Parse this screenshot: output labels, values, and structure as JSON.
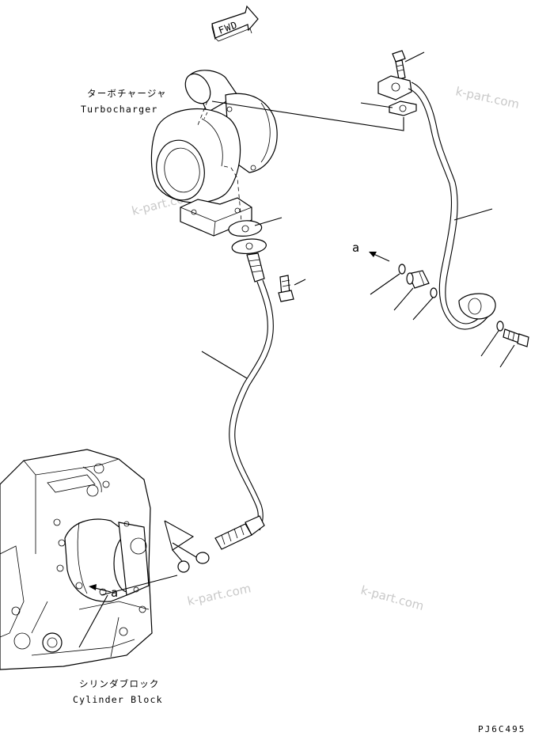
{
  "labels": {
    "fwd": "FWD",
    "turbocharger_jp": "ターボチャージャ",
    "turbocharger_en": "Turbocharger",
    "cylinder_block_jp": "シリンダブロック",
    "cylinder_block_en": "Cylinder Block",
    "ref_a_upper": "a",
    "ref_a_lower": "a",
    "drawing_code": "PJ6C495"
  },
  "watermarks": [
    "k-part.com",
    "k-part.com",
    "k-part.com",
    "k-part.com"
  ]
}
